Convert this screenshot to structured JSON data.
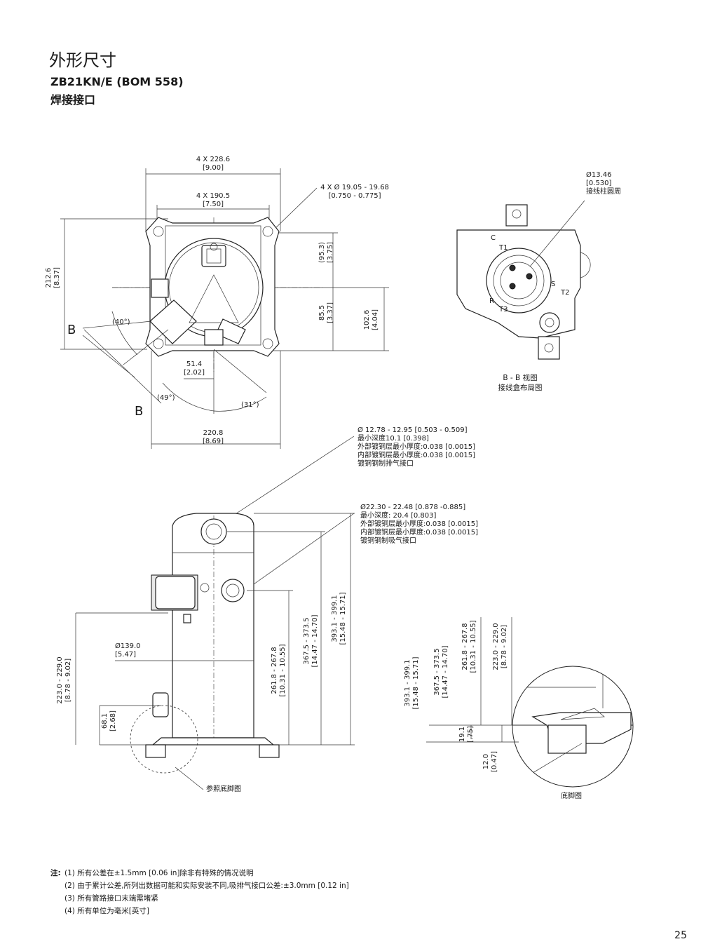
{
  "header": {
    "title": "外形尺寸",
    "model": "ZB21KN/E (BOM 558)",
    "connection": "焊接接口"
  },
  "top_view": {
    "dim_228": "4 X 228.6",
    "dim_228_in": "[9.00]",
    "dim_190": "4 X 190.5",
    "dim_190_in": "[7.50]",
    "hole": "4 X Ø 19.05 - 19.68",
    "hole_in": "[0.750 - 0.775]",
    "dim_212": "212.6",
    "dim_212_in": "[8.37]",
    "dim_95": "(95.3)",
    "dim_95_in": "[3.75]",
    "dim_85": "85.5",
    "dim_85_in": "[3.37]",
    "dim_102": "102.6",
    "dim_102_in": "[4.04]",
    "dim_51": "51.4",
    "dim_51_in": "[2.02]",
    "dim_220": "220.8",
    "dim_220_in": "[8.69]",
    "angle_40": "(40°)",
    "angle_49": "(49°)",
    "angle_31": "(31°)",
    "section_b_top": "B",
    "section_b_bottom": "B"
  },
  "box_view": {
    "dia": "Ø13.46",
    "dia_in": "[0.530]",
    "dia_label": "接线柱圆周",
    "term_c": "C",
    "term_t1": "T1",
    "term_s": "S",
    "term_t2": "T2",
    "term_r": "R",
    "term_t3": "T3",
    "caption1": "B - B 视图",
    "caption2": "接线盒布局图"
  },
  "discharge": {
    "lines": [
      "Ø 12.78 - 12.95 [0.503 - 0.509]",
      "最小深度10.1 [0.398]",
      "外部镀铜层最小厚度:0.038 [0.0015]",
      "内部镀铜层最小厚度:0.038 [0.0015]",
      "镀铜钢制排气接口"
    ]
  },
  "suction": {
    "lines": [
      "Ø22.30 - 22.48 [0.878 -0.885]",
      "最小深度: 20.4 [0.803]",
      "外部镀铜层最小厚度:0.038 [0.0015]",
      "内部镀铜层最小厚度:0.038 [0.0015]",
      "镀铜钢制吸气接口"
    ]
  },
  "side_view": {
    "dia139": "Ø139.0",
    "dia139_in": "[5.47]",
    "dim_223": "223.0 - 229.0",
    "dim_223_in": "[8.78 - 9.02]",
    "dim_68": "68.1",
    "dim_68_in": "[2.68]",
    "dim_261": "261.8 - 267.8",
    "dim_261_in": "[10.31 - 10.55]",
    "dim_367": "367.5 - 373.5",
    "dim_367_in": "[14.47 - 14.70]",
    "dim_393": "393.1 - 399.1",
    "dim_393_in": "[15.48 - 15.71]",
    "foot_ref": "参照底脚图"
  },
  "foot_view": {
    "dim_393": "393.1 - 399.1",
    "dim_393_in": "[15.48 - 15.71]",
    "dim_367": "367.5 - 373.5",
    "dim_367_in": "[14.47 - 14.70]",
    "dim_261": "261.8 - 267.8",
    "dim_261_in": "[10.31 - 10.55]",
    "dim_223": "223.0 - 229.0",
    "dim_223_in": "[8.78 - 9.02]",
    "dim_19": "19.1",
    "dim_19_in": "[.75]",
    "dim_12": "12.0",
    "dim_12_in": "[0.47]",
    "caption": "底脚图"
  },
  "notes": {
    "prefix": "注:",
    "items": [
      {
        "num": "(1)",
        "text": "所有公差在±1.5mm [0.06 in]除非有特殊的情况说明"
      },
      {
        "num": "(2)",
        "text": "由于累计公差,所列出数据可能和实际安装不同,吸排气接口公差:±3.0mm [0.12 in]"
      },
      {
        "num": "(3)",
        "text": "所有管路接口末端需堵紧"
      },
      {
        "num": "(4)",
        "text": "所有单位为毫米[英寸]"
      }
    ]
  },
  "page_number": "25"
}
